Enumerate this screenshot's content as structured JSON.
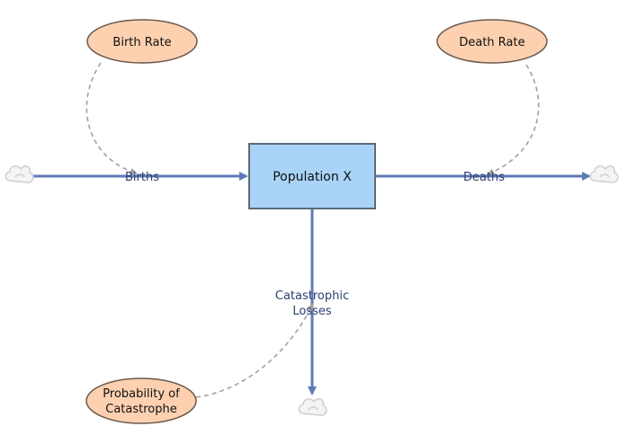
{
  "diagram": {
    "stock": {
      "label": "Population X"
    },
    "converters": {
      "birth_rate": {
        "label": "Birth Rate"
      },
      "death_rate": {
        "label": "Death Rate"
      },
      "probability": {
        "line1": "Probability of",
        "line2": "Catastrophe"
      }
    },
    "flows": {
      "births": {
        "label": "Births"
      },
      "deaths": {
        "label": "Deaths"
      },
      "catastrophic": {
        "line1": "Catastrophic",
        "line2": "Losses"
      }
    },
    "colors": {
      "stock_fill": "#a9d4f7",
      "stock_stroke": "#5b6b7a",
      "converter_fill": "#fdd1b0",
      "converter_stroke": "#6b5a4e",
      "flow_pipe": "#5e7bb5",
      "connector": "#a0a0a0",
      "label_text": "#2e3f73",
      "cloud": "#cfcfcf"
    }
  }
}
